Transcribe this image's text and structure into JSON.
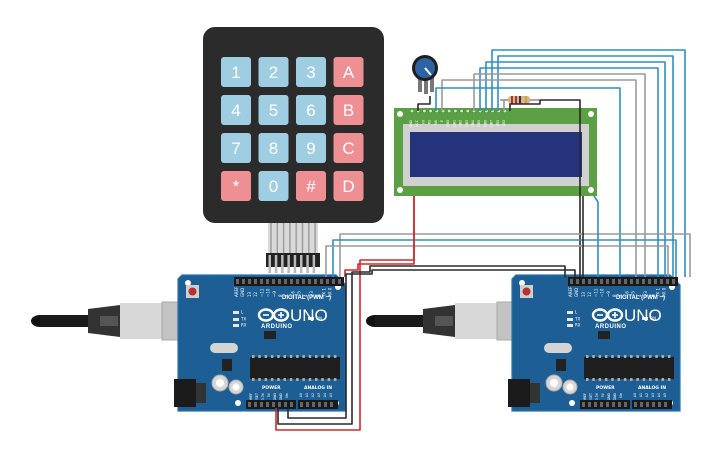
{
  "keypad": {
    "rows": [
      [
        {
          "label": "1",
          "kind": "num"
        },
        {
          "label": "2",
          "kind": "num"
        },
        {
          "label": "3",
          "kind": "num"
        },
        {
          "label": "A",
          "kind": "op"
        }
      ],
      [
        {
          "label": "4",
          "kind": "num"
        },
        {
          "label": "5",
          "kind": "num"
        },
        {
          "label": "6",
          "kind": "num"
        },
        {
          "label": "B",
          "kind": "op"
        }
      ],
      [
        {
          "label": "7",
          "kind": "num"
        },
        {
          "label": "8",
          "kind": "num"
        },
        {
          "label": "9",
          "kind": "num"
        },
        {
          "label": "C",
          "kind": "op"
        }
      ],
      [
        {
          "label": "*",
          "kind": "op"
        },
        {
          "label": "0",
          "kind": "num"
        },
        {
          "label": "#",
          "kind": "op"
        },
        {
          "label": "D",
          "kind": "op"
        }
      ]
    ]
  },
  "arduino": {
    "brand": "ARDUINO",
    "model": "UNO",
    "digital_label": "DIGITAL (PWM ~)",
    "power_label": "POWER",
    "analog_label": "ANALOG IN",
    "tx_label": "TX",
    "rx_label": "RX",
    "l_label": "L",
    "on_label": "ON",
    "aref_label": "AREF",
    "gnd_label": "GND",
    "digital_pins": [
      "13",
      "12",
      "~11",
      "~10",
      "~9",
      "8",
      "7",
      "~6",
      "~5",
      "4",
      "~3",
      "2",
      "TX 1",
      "RX 0"
    ],
    "power_pins": [
      "IOREF",
      "RESET",
      "3.3V",
      "5V",
      "GND",
      "GND",
      "Vin"
    ],
    "analog_pins": [
      "A0",
      "A1",
      "A2",
      "A3",
      "A4",
      "A5"
    ]
  },
  "lcd": {
    "pins": [
      "GND",
      "VCC",
      "V0",
      "RS",
      "RW",
      "E",
      "DB0",
      "DB1",
      "DB2",
      "DB3",
      "DB4",
      "DB5",
      "DB6",
      "DB7",
      "LED",
      "LED"
    ]
  },
  "colors": {
    "board": "#1d5e94",
    "board_edge": "#2a73ad",
    "keypad_body": "#2b2b2b",
    "key_num": "#9fcde2",
    "key_op": "#ee8f93",
    "lcd_pcb": "#5ca045",
    "lcd_screen": "#25337d",
    "wire_blue": "#2f8fc2",
    "wire_gray": "#9a9a9a",
    "wire_black": "#2a2a2a",
    "wire_red": "#d0282a"
  }
}
